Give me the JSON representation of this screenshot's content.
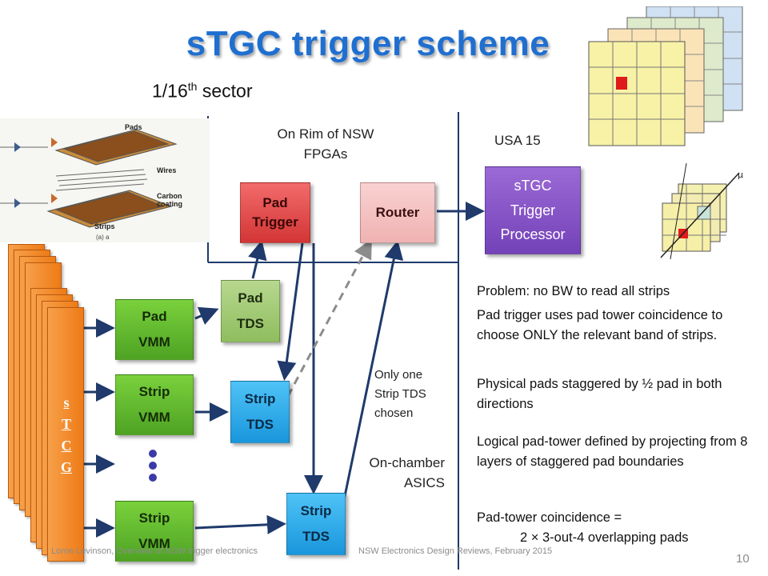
{
  "title": "sTGC trigger scheme",
  "sector": {
    "base": "1/16",
    "sup": "th",
    "word": "sector"
  },
  "labels": {
    "rim_line1": "On Rim of NSW",
    "rim_line2": "FPGAs",
    "usa": "USA 15",
    "onchamber_line1": "On-chamber",
    "onchamber_line2": "ASICS",
    "onlyone_line1": "Only one",
    "onlyone_line2": "Strip TDS",
    "onlyone_line3": "chosen"
  },
  "boxes": {
    "pad_trigger": {
      "l1": "Pad",
      "l2": "Trigger"
    },
    "router": {
      "l1": "Router"
    },
    "processor": {
      "l1": "sTGC",
      "l2": "Trigger",
      "l3": "Processor"
    },
    "pad_vmm": {
      "l1": "Pad",
      "l2": "VMM"
    },
    "strip_vmm_1": {
      "l1": "Strip",
      "l2": "VMM"
    },
    "strip_vmm_2": {
      "l1": "Strip",
      "l2": "VMM"
    },
    "pad_tds": {
      "l1": "Pad",
      "l2": "TDS"
    },
    "strip_tds_1": {
      "l1": "Strip",
      "l2": "TDS"
    },
    "strip_tds_2": {
      "l1": "Strip",
      "l2": "TDS"
    }
  },
  "stcg": [
    "s",
    "T",
    "C",
    "G"
  ],
  "notes": {
    "n1": "Problem: no BW to read all strips",
    "n2": "Pad trigger uses pad tower coincidence to choose ONLY the relevant band of strips.",
    "n3": "Physical pads staggered by ½ pad in both directions",
    "n4": "Logical pad-tower defined by projecting from 8 layers of staggered pad boundaries",
    "n5a": "Pad-tower coincidence =",
    "n5b": "2 × 3-out-4 overlapping pads"
  },
  "diagram_labels": {
    "pads": "Pads",
    "wires": "Wires",
    "carbon": "Carbon",
    "coating": "coating",
    "strips": "Strips",
    "fig": "(a) a",
    "mu": "μ"
  },
  "footer": {
    "left": "Lorne Levinson, Overview of NSW trigger electronics",
    "center": "NSW Electronics Design Reviews, February 2015",
    "page": "10"
  },
  "colors": {
    "title": "#1f6fd0",
    "vmm": "#5bb52c",
    "tds": "#29a9e8",
    "pad_trigger": "#e04848",
    "router": "#f4c2c2",
    "processor": "#8555c6",
    "card": "#f28c28"
  }
}
